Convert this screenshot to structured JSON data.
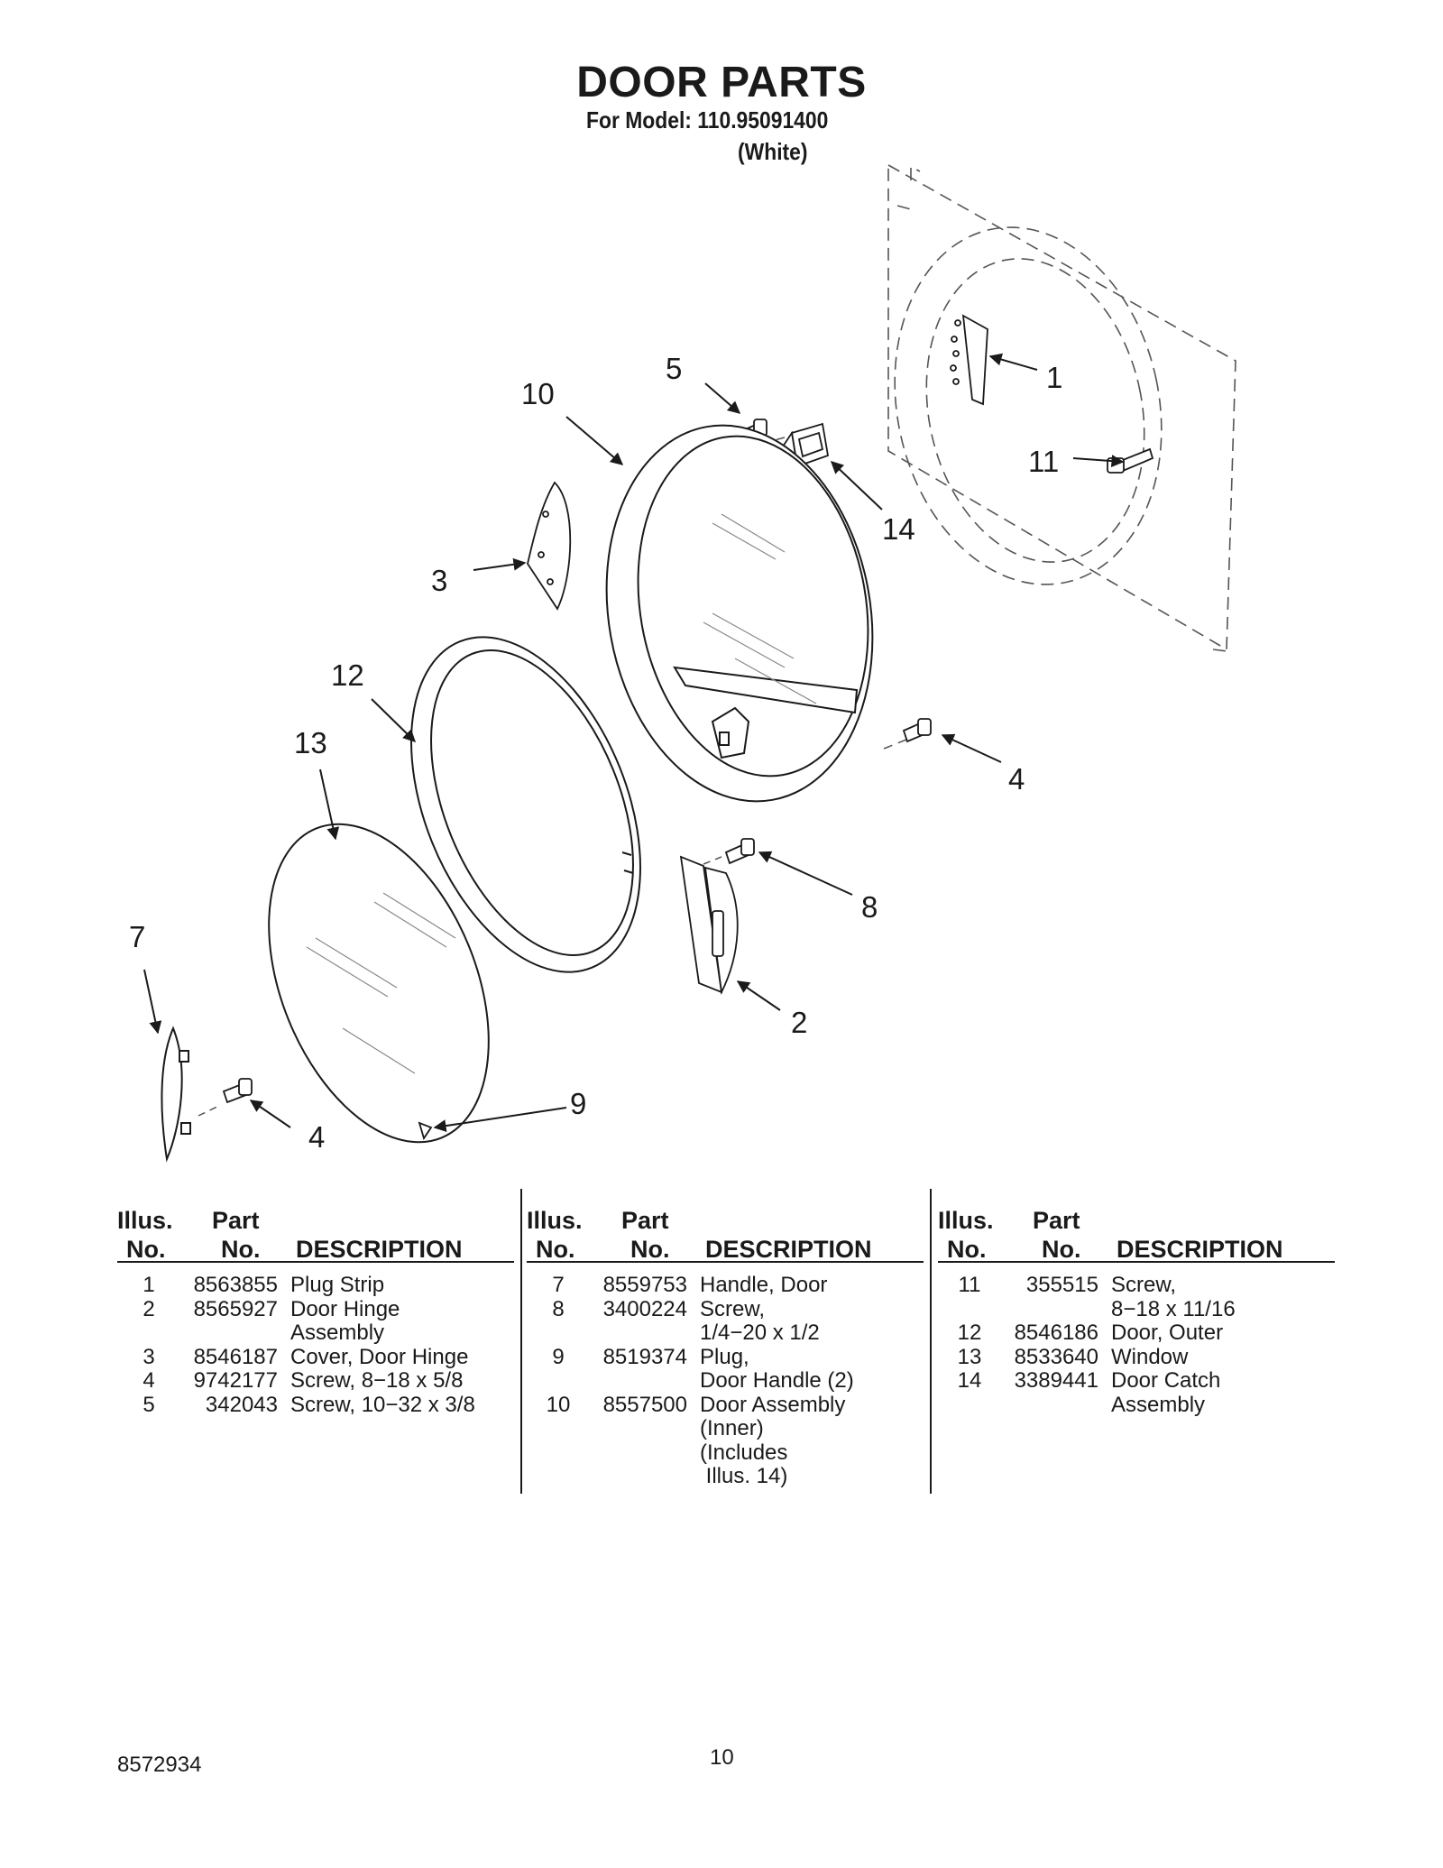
{
  "header": {
    "title": "DOOR PARTS",
    "model": "For Model: 110.95091400",
    "color": "(White)"
  },
  "callouts": [
    "1",
    "2",
    "3",
    "4",
    "4",
    "5",
    "7",
    "8",
    "9",
    "10",
    "11",
    "12",
    "13",
    "14"
  ],
  "table_headers": {
    "illus_line1": "Illus.",
    "illus_line2": "No.",
    "part_line1": "Part",
    "part_line2": "No.",
    "description": "DESCRIPTION"
  },
  "columns": [
    {
      "rows": [
        {
          "illus": "1",
          "part": "8563855",
          "desc": "Plug Strip"
        },
        {
          "illus": "2",
          "part": "8565927",
          "desc": "Door Hinge\nAssembly"
        },
        {
          "illus": "3",
          "part": "8546187",
          "desc": "Cover, Door Hinge"
        },
        {
          "illus": "4",
          "part": "9742177",
          "desc": "Screw, 8−18 x 5/8"
        },
        {
          "illus": "5",
          "part": "342043",
          "desc": "Screw, 10−32 x 3/8"
        }
      ]
    },
    {
      "rows": [
        {
          "illus": "7",
          "part": "8559753",
          "desc": "Handle, Door"
        },
        {
          "illus": "8",
          "part": "3400224",
          "desc": "Screw,\n1/4−20 x 1/2"
        },
        {
          "illus": "9",
          "part": "8519374",
          "desc": "Plug,\nDoor Handle (2)"
        },
        {
          "illus": "10",
          "part": "8557500",
          "desc": "Door Assembly\n(Inner)\n(Includes\n Illus. 14)"
        }
      ]
    },
    {
      "rows": [
        {
          "illus": "11",
          "part": "355515",
          "desc": "Screw,\n8−18 x 11/16"
        },
        {
          "illus": "12",
          "part": "8546186",
          "desc": "Door, Outer"
        },
        {
          "illus": "13",
          "part": "8533640",
          "desc": "Window"
        },
        {
          "illus": "14",
          "part": "3389441",
          "desc": "Door Catch\nAssembly"
        }
      ]
    }
  ],
  "footer": {
    "doc_number": "8572934",
    "page_number": "10"
  }
}
